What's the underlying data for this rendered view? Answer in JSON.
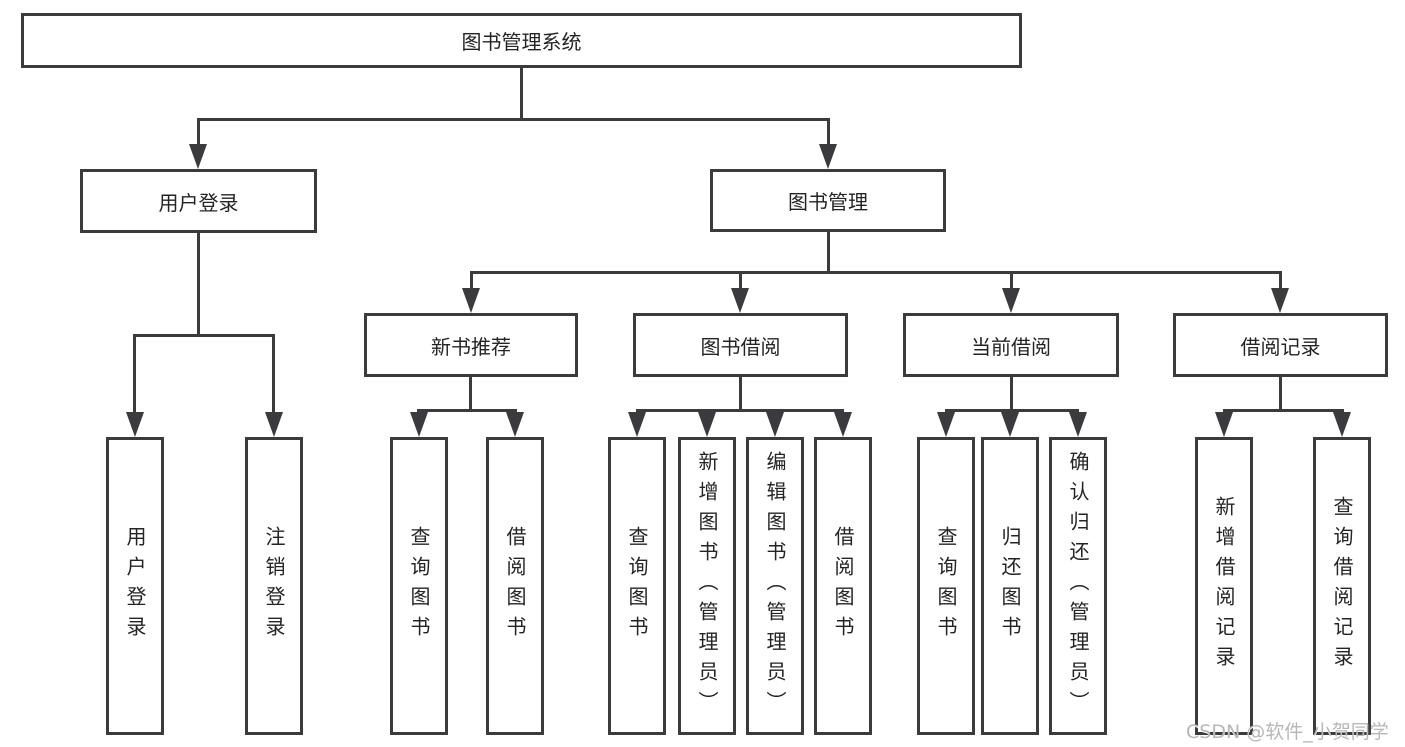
{
  "tree": {
    "label": "图书管理系统",
    "children": [
      {
        "label": "用户登录",
        "children": [
          {
            "label": "用户登录"
          },
          {
            "label": "注销登录"
          }
        ]
      },
      {
        "label": "图书管理",
        "children": [
          {
            "label": "新书推荐",
            "children": [
              {
                "label": "查询图书"
              },
              {
                "label": "借阅图书"
              }
            ]
          },
          {
            "label": "图书借阅",
            "children": [
              {
                "label": "查询图书"
              },
              {
                "label": "新增图书（管理员）"
              },
              {
                "label": "编辑图书（管理员）"
              },
              {
                "label": "借阅图书"
              }
            ]
          },
          {
            "label": "当前借阅",
            "children": [
              {
                "label": "查询图书"
              },
              {
                "label": "归还图书"
              },
              {
                "label": "确认归还（管理员）"
              }
            ]
          },
          {
            "label": "借阅记录",
            "children": [
              {
                "label": "新增借阅记录"
              },
              {
                "label": "查询借阅记录"
              }
            ]
          }
        ]
      }
    ]
  },
  "watermark": {
    "text": "CSDN @软件_小贺同学"
  },
  "colors": {
    "line": "#3b3b3d",
    "text": "#242424",
    "background": "#ffffff",
    "watermark": "#b7b7b7"
  }
}
